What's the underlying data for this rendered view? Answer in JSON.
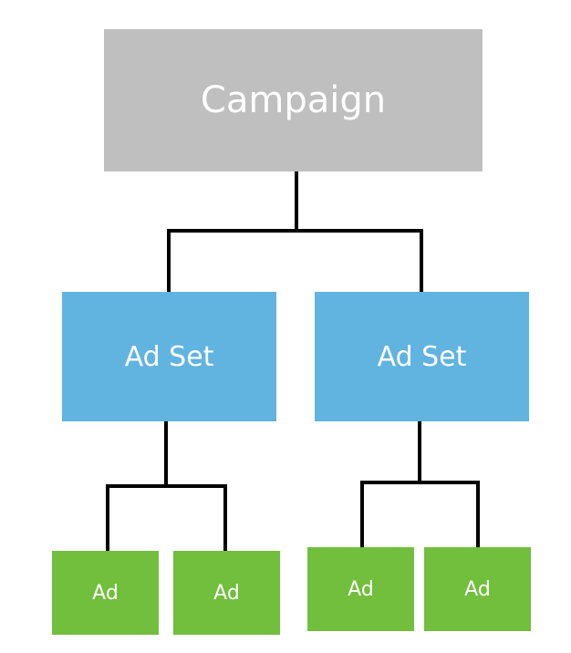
{
  "colors": {
    "campaign": "#bfbfbf",
    "adset": "#61b3e0",
    "ad": "#71bf3c",
    "connector": "#000000",
    "text": "#ffffff"
  },
  "campaign": {
    "label": "Campaign"
  },
  "adsets": [
    {
      "label": "Ad Set",
      "ads": [
        {
          "label": "Ad"
        },
        {
          "label": "Ad"
        }
      ]
    },
    {
      "label": "Ad Set",
      "ads": [
        {
          "label": "Ad"
        },
        {
          "label": "Ad"
        }
      ]
    }
  ]
}
